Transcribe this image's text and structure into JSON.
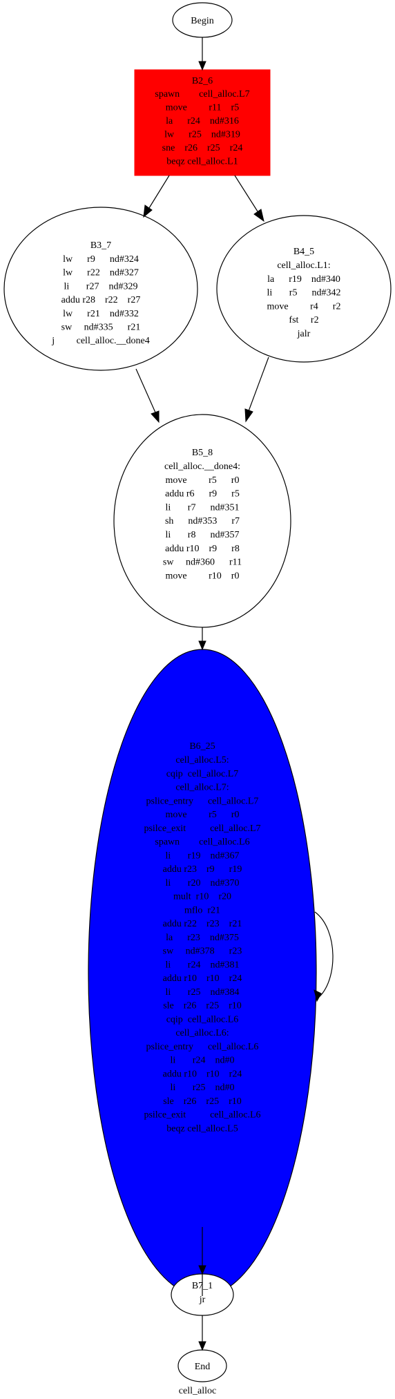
{
  "graph": {
    "caption": "cell_alloc",
    "colors": {
      "background": "#ffffff",
      "red_node": "#ff0000",
      "blue_node": "#0000ff",
      "white_node": "#ffffff",
      "stroke": "#000000"
    },
    "nodes": {
      "begin": {
        "label": "Begin"
      },
      "b2_6": {
        "title": "B2_6",
        "lines": [
          "spawn        cell_alloc.L7",
          "move         r11    r5",
          "la      r24    nd#316",
          "lw      r25    nd#319",
          "sne    r26    r25    r24",
          "beqz cell_alloc.L1"
        ]
      },
      "b3_7": {
        "title": "B3_7",
        "lines": [
          "lw      r9      nd#324",
          "lw      r22    nd#327",
          "li       r27    nd#329",
          "addu r28    r22    r27",
          "lw      r21    nd#332",
          "sw     nd#335      r21",
          "j         cell_alloc.__done4"
        ]
      },
      "b4_5": {
        "title": "B4_5",
        "lines": [
          "cell_alloc.L1:",
          "la      r19    nd#340",
          "li       r5      nd#342",
          "move         r4      r2",
          "fst     r2",
          "jalr"
        ]
      },
      "b5_8": {
        "title": "B5_8",
        "lines": [
          "cell_alloc.__done4:",
          "move         r5      r0",
          "addu r6      r9      r5",
          "li       r7      nd#351",
          "sh      nd#353      r7",
          "li       r8      nd#357",
          "addu r10    r9      r8",
          "sw     nd#360      r11",
          "move         r10    r0"
        ]
      },
      "b6_25": {
        "title": "B6_25",
        "lines": [
          "cell_alloc.L5:",
          "cqip  cell_alloc.L7",
          "cell_alloc.L7:",
          "pslice_entry      cell_alloc.L7",
          "move         r5      r0",
          "psilce_exit          cell_alloc.L7",
          "spawn        cell_alloc.L6",
          "li       r19    nd#367",
          "addu r23    r9      r19",
          "li       r20    nd#370",
          "mult  r10    r20",
          "mflo  r21",
          "addu r22    r23    r21",
          "la      r23    nd#375",
          "sw     nd#378      r23",
          "li       r24    nd#381",
          "addu r10    r10    r24",
          "li       r25    nd#384",
          "sle    r26    r25    r10",
          "cqip  cell_alloc.L6",
          "cell_alloc.L6:",
          "pslice_entry      cell_alloc.L6",
          "li       r24    nd#0",
          "addu r10    r10    r24",
          "li       r25    nd#0",
          "sle    r26    r25    r10",
          "psilce_exit          cell_alloc.L6",
          "beqz cell_alloc.L5"
        ]
      },
      "b7_1": {
        "title": "B7_1",
        "lines": [
          "jr"
        ]
      },
      "end": {
        "label": "End"
      }
    }
  }
}
